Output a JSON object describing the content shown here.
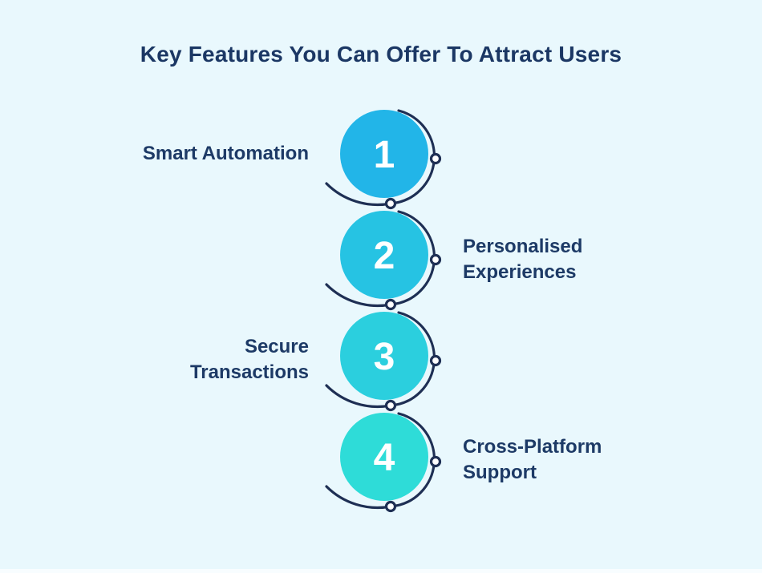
{
  "title": "Key Features You Can Offer To Attract Users",
  "colors": {
    "background": "#e9f8fd",
    "title_text": "#1b3764",
    "label_text": "#1d3a66",
    "arc_stroke": "#1e2f54",
    "node_fill": "#ffffff",
    "number_text": "#ffffff"
  },
  "features": [
    {
      "number": "1",
      "label": "Smart Automation",
      "side": "left",
      "circle_color": "#22b5e8"
    },
    {
      "number": "2",
      "label": "Personalised\nExperiences",
      "side": "right",
      "circle_color": "#26c3e3"
    },
    {
      "number": "3",
      "label": "Secure\nTransactions",
      "side": "left",
      "circle_color": "#2bcfde"
    },
    {
      "number": "4",
      "label": "Cross-Platform\nSupport",
      "side": "right",
      "circle_color": "#2edcd8"
    }
  ]
}
